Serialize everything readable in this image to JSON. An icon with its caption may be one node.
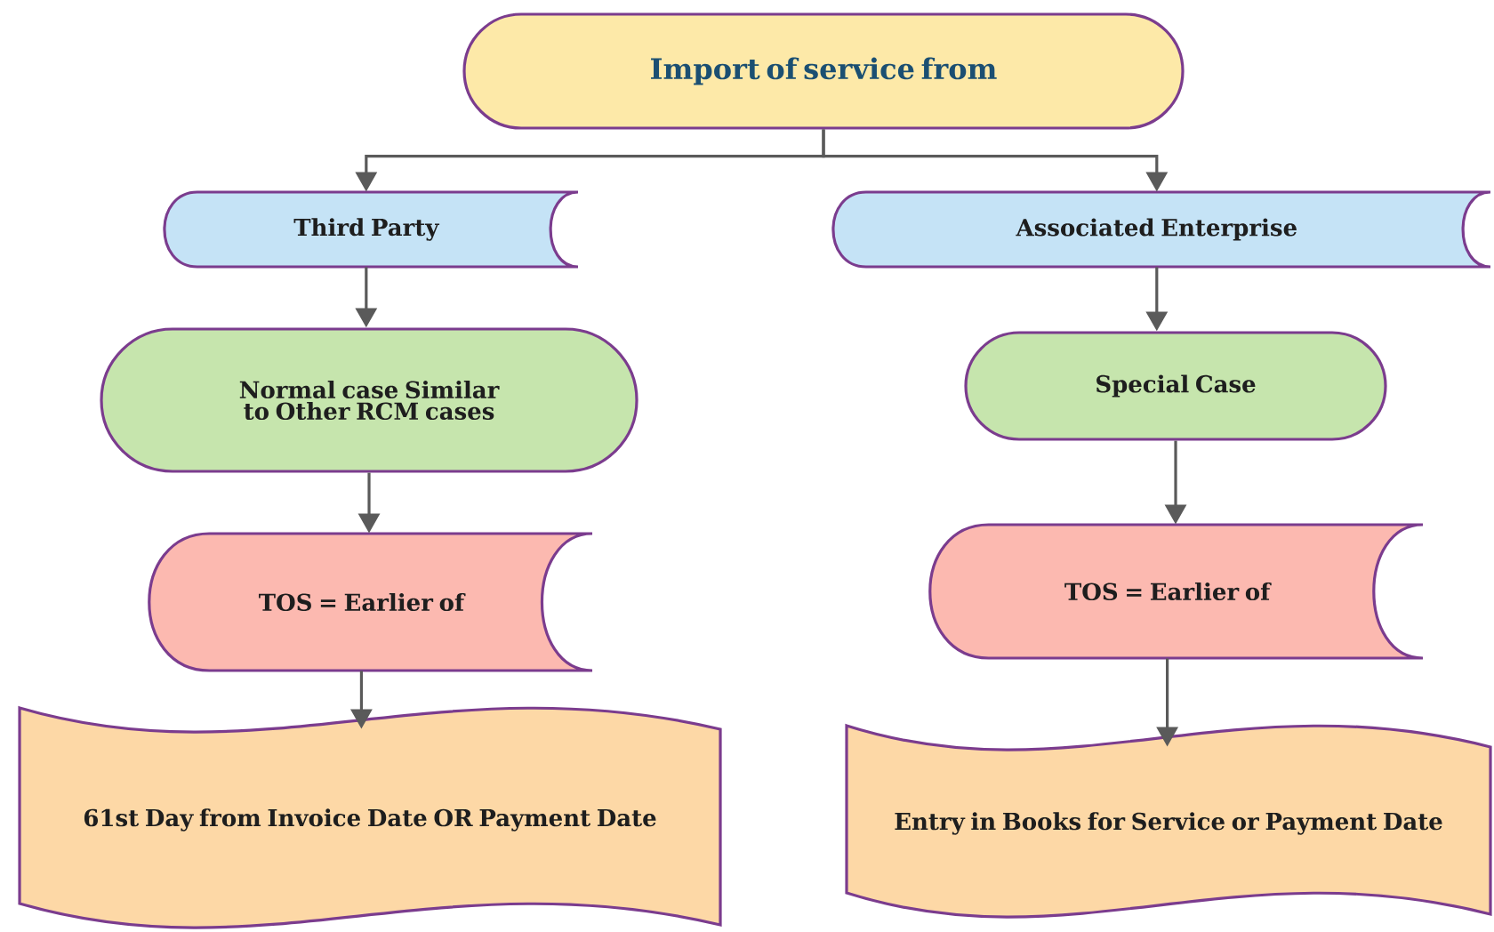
{
  "diagram": {
    "nodes": [
      {
        "text": [
          "Import of service from"
        ]
      },
      {
        "text": [
          "Third Party"
        ]
      },
      {
        "text": [
          "Associated Enterprise"
        ]
      },
      {
        "text": [
          "Normal case Similar to Other RCM cases"
        ]
      },
      {
        "text": [
          "Special Case"
        ]
      },
      {
        "text": [
          "TOS = Earlier of"
        ]
      },
      {
        "text": [
          "TOS = Earlier of"
        ]
      },
      {
        "text": [
          "61st Day from Invoice Date OR Payment Date"
        ]
      },
      {
        "text": [
          "Entry in Books for Service or Payment Date"
        ]
      }
    ],
    "edges": [
      {
        "from": 0,
        "to": 1,
        "arrow": "to"
      },
      {
        "from": 0,
        "to": 2,
        "arrow": "to"
      },
      {
        "from": 1,
        "to": 3,
        "arrow": "to"
      },
      {
        "from": 3,
        "to": 5,
        "arrow": "to"
      },
      {
        "from": 5,
        "to": 7,
        "arrow": "to"
      },
      {
        "from": 2,
        "to": 4,
        "arrow": "to"
      },
      {
        "from": 4,
        "to": 6,
        "arrow": "to"
      },
      {
        "from": 6,
        "to": 8,
        "arrow": "to"
      }
    ]
  }
}
